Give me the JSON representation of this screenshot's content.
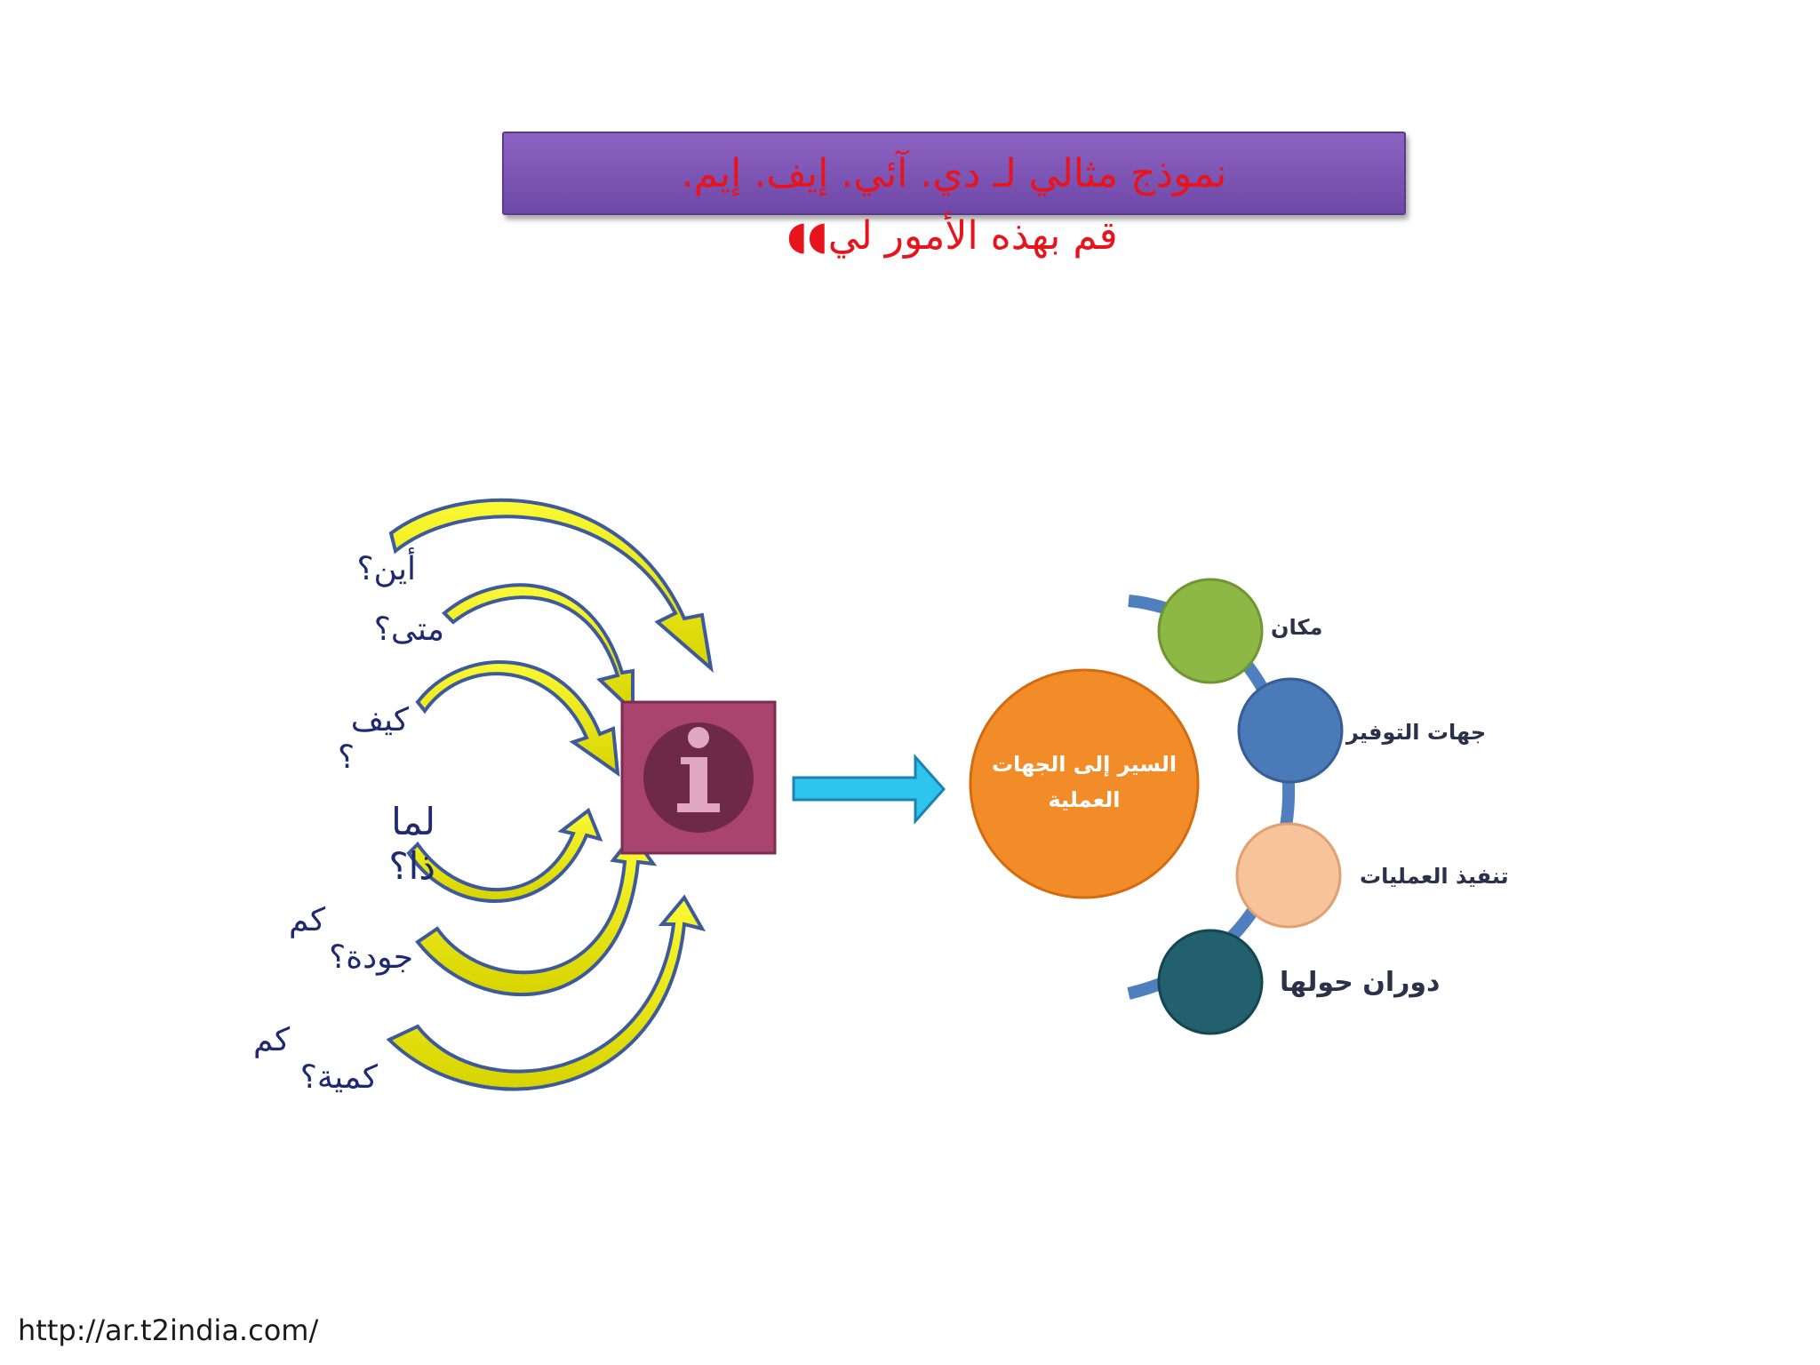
{
  "title": "نموذج مثالي لـ دي. آئي. إيف. إيم.",
  "subtitle": "قم بهذه الأمور لي",
  "questions": {
    "where": "أين؟",
    "when": "متى؟",
    "how_line1": "كيف",
    "how_line2": "؟",
    "why_line1": "لما",
    "why_line2": "ذا؟",
    "quality_line1": "كم",
    "quality_line2": "جودة؟",
    "quantity_line1": "كم",
    "quantity_line2": "كمية؟"
  },
  "center_circle": {
    "line1": "السير إلى الجهات",
    "line2": "العملية"
  },
  "outer_circles": [
    {
      "label": "مكان",
      "color": "#8db846"
    },
    {
      "label": "جهات التوفير",
      "color": "#4a7ab8"
    },
    {
      "label": "تنفيذ العمليات",
      "color": "#f7c39a"
    },
    {
      "label": "دوران حولها",
      "color": "#22606e"
    }
  ],
  "icons": {
    "info": "info-icon",
    "arrow": "right-arrow-icon"
  },
  "colors": {
    "title_text": "#e8141c",
    "title_bg": "#7a55b4",
    "question_text": "#1d2a72",
    "curved_arrow_fill": "#f5f212",
    "info_box": "#a8446e",
    "center_circle": "#f28c28",
    "ring": "#4f7fbf"
  },
  "footer_url": "http://ar.t2india.com/"
}
